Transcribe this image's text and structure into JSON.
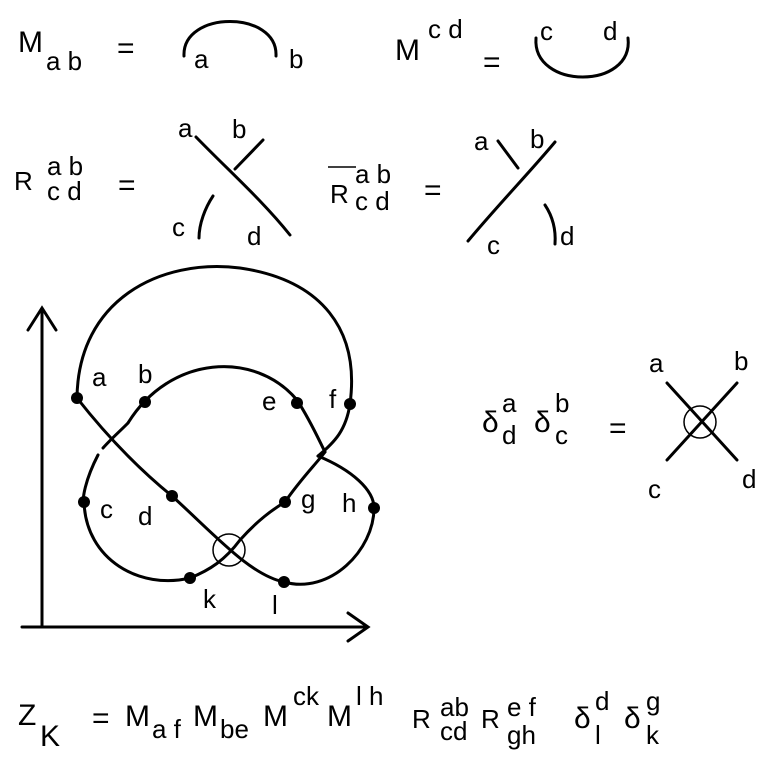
{
  "equations": {
    "maximum": {
      "symbol": "M",
      "sub": "a b",
      "eq": "=",
      "left": "a",
      "right": "b"
    },
    "minimum": {
      "symbol": "M",
      "sup": "c d",
      "eq": "=",
      "left": "c",
      "right": "d"
    },
    "r": {
      "symbol": "R",
      "sup": "a b",
      "sub": "c d",
      "eq": "=",
      "a": "a",
      "b": "b",
      "c": "c",
      "d": "d"
    },
    "rbar": {
      "symbol": "R",
      "sup": "a b",
      "sub": "c d",
      "eq": "=",
      "a": "a",
      "b": "b",
      "c": "c",
      "d": "d"
    },
    "delta": {
      "d1": "δ",
      "sup1": "a",
      "sub1": "d",
      "d2": "δ",
      "sup2": "b",
      "sub2": "c",
      "eq": "=",
      "a": "a",
      "b": "b",
      "c": "c",
      "d": "d"
    }
  },
  "knot_points": [
    "a",
    "b",
    "c",
    "d",
    "e",
    "f",
    "g",
    "h",
    "k",
    "l"
  ],
  "formula": {
    "z": "Z",
    "z_sub": "K",
    "eq": "=",
    "m1": "M",
    "m1_sub": "a f",
    "m2": "M",
    "m2_sub": "be",
    "m3": "M",
    "m3_sup": "ck",
    "m4": "M",
    "m4_sup": "l h",
    "r1": "R",
    "r1_sup": "ab",
    "r1_sub": "cd",
    "r2": "R",
    "r2_sup": "e f",
    "r2_sub": "gh",
    "d1": "δ",
    "d1_sup": "d",
    "d1_sub": "l",
    "d2": "δ",
    "d2_sup": "g",
    "d2_sub": "k"
  }
}
